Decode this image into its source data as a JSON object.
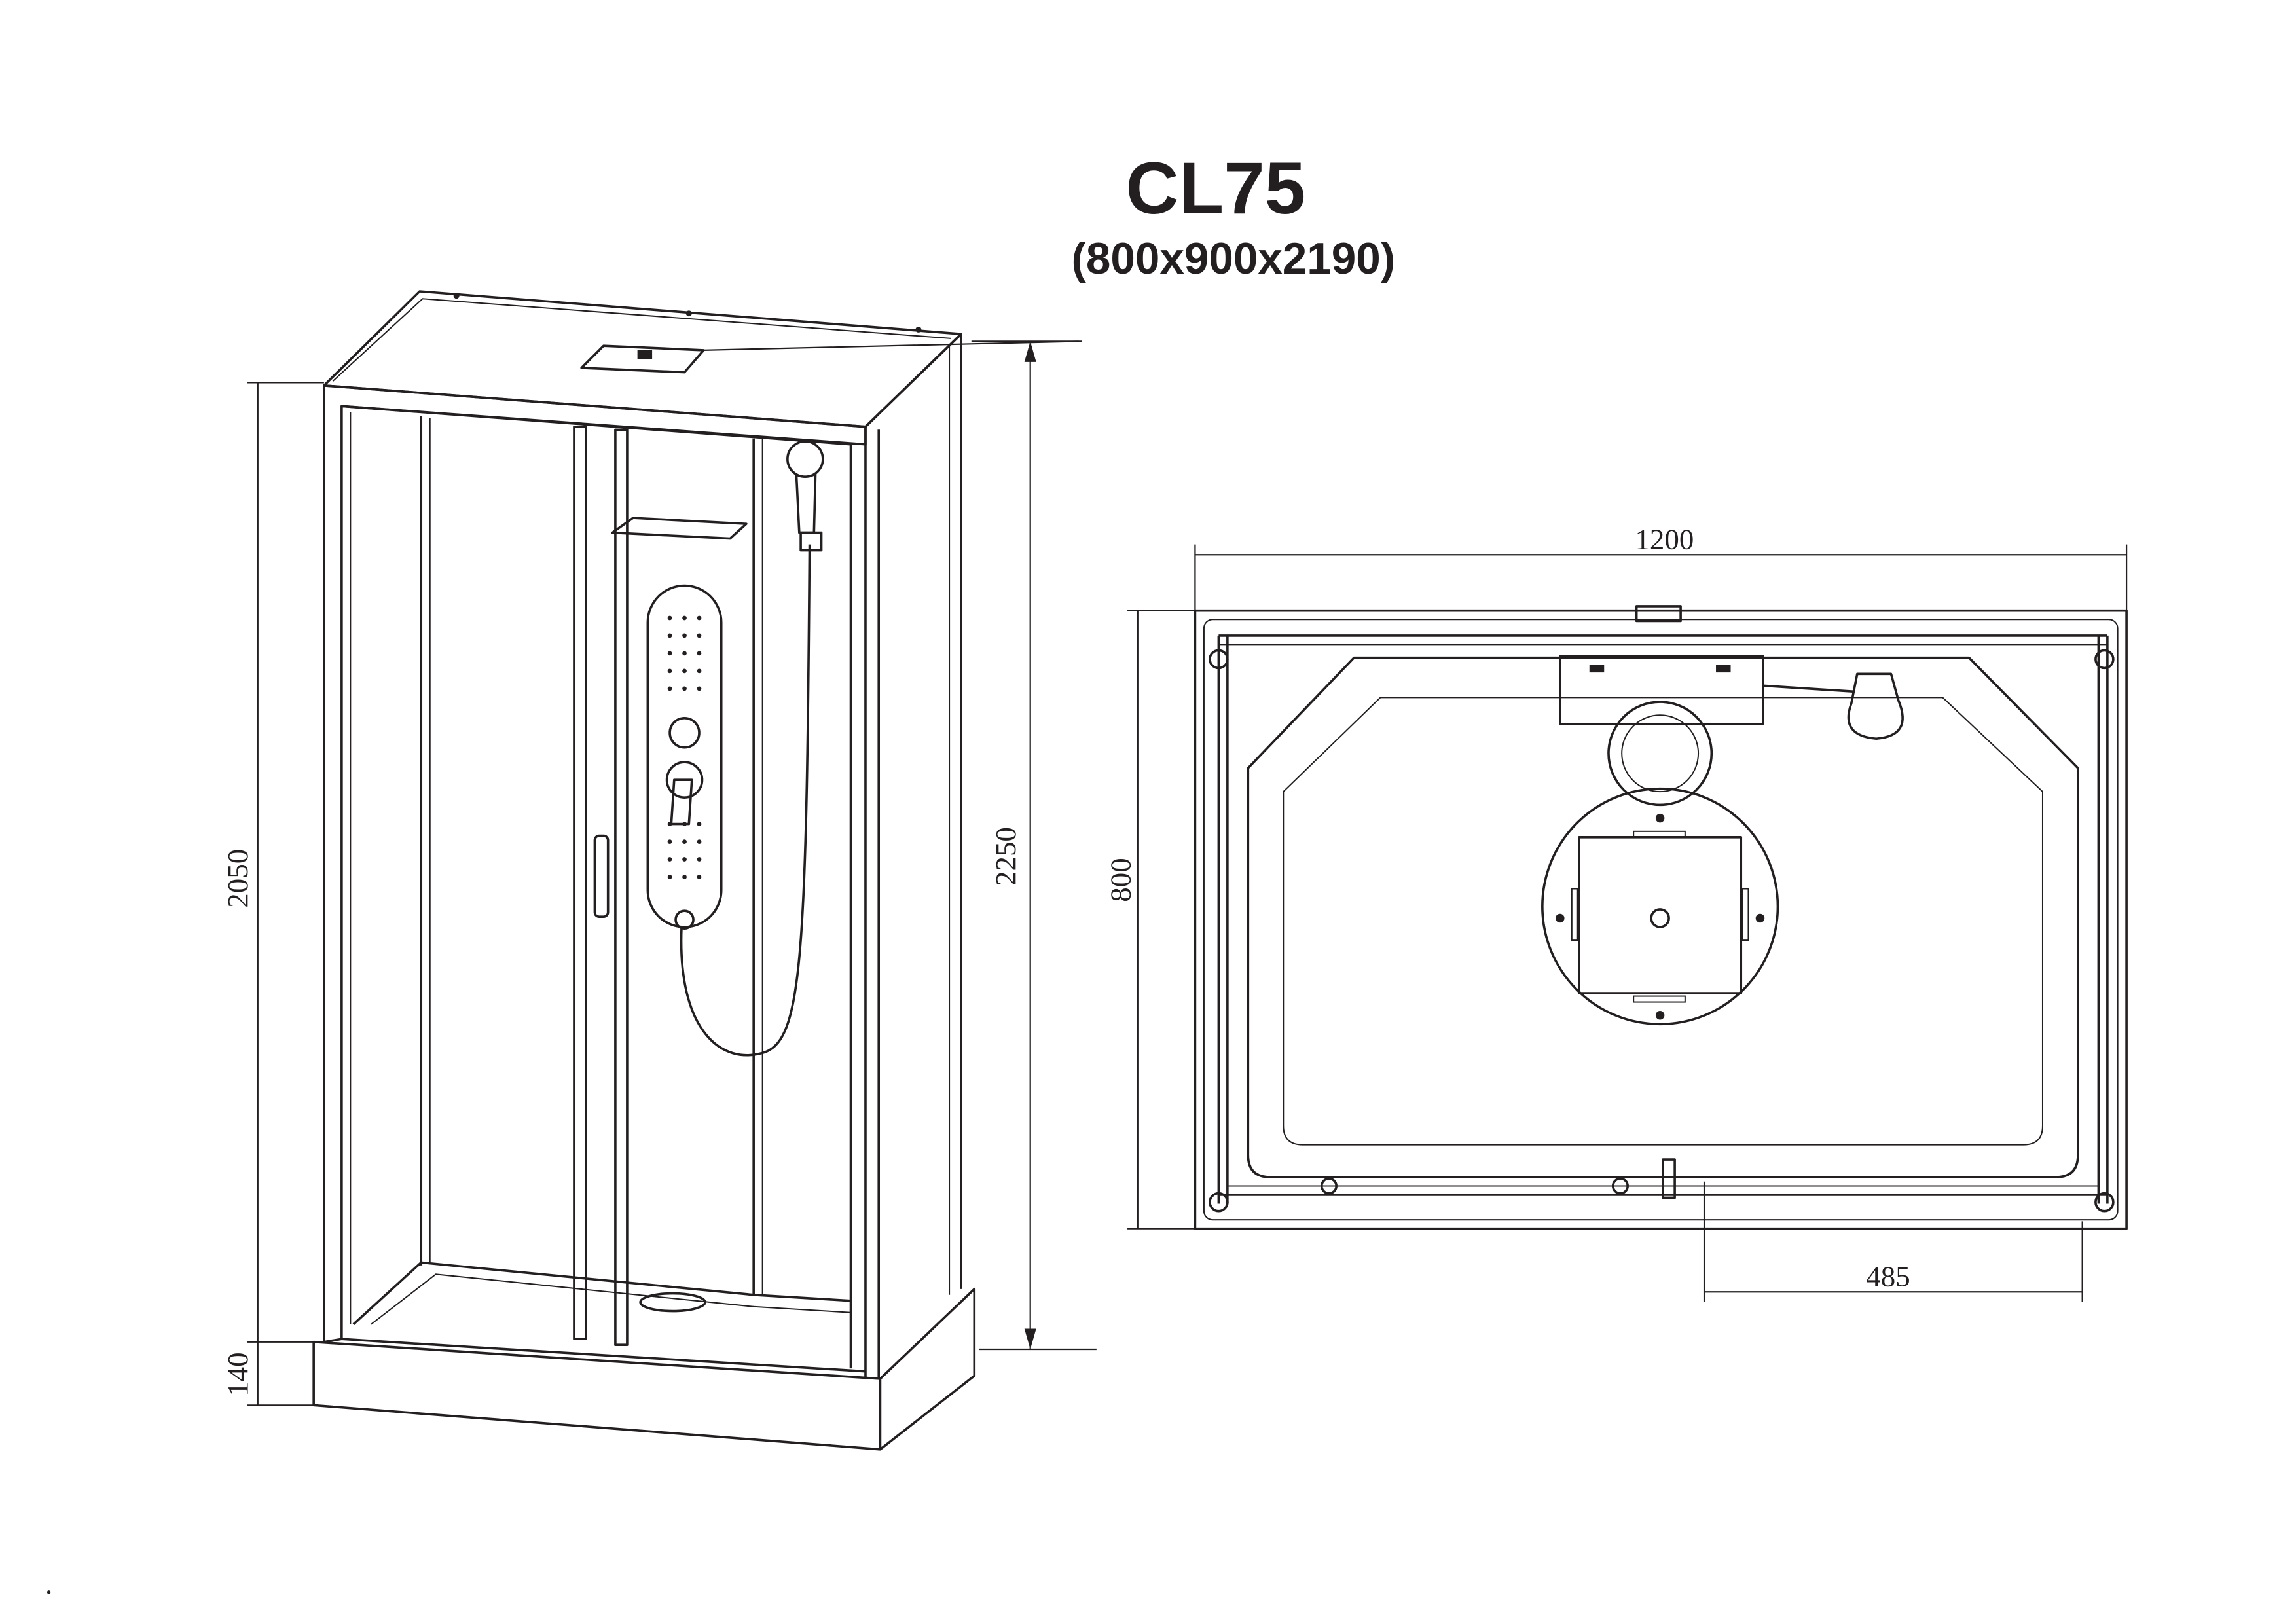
{
  "title": {
    "model": "CL75",
    "size": "(800x900x2190)"
  },
  "front_view": {
    "dimensions": {
      "enclosure_height": "2050",
      "tray_height": "140",
      "total_height": "2250"
    }
  },
  "top_view": {
    "dimensions": {
      "width": "1200",
      "depth": "800",
      "drain_offset": "485"
    }
  },
  "colors": {
    "line": "#231f20",
    "background": "#ffffff"
  }
}
